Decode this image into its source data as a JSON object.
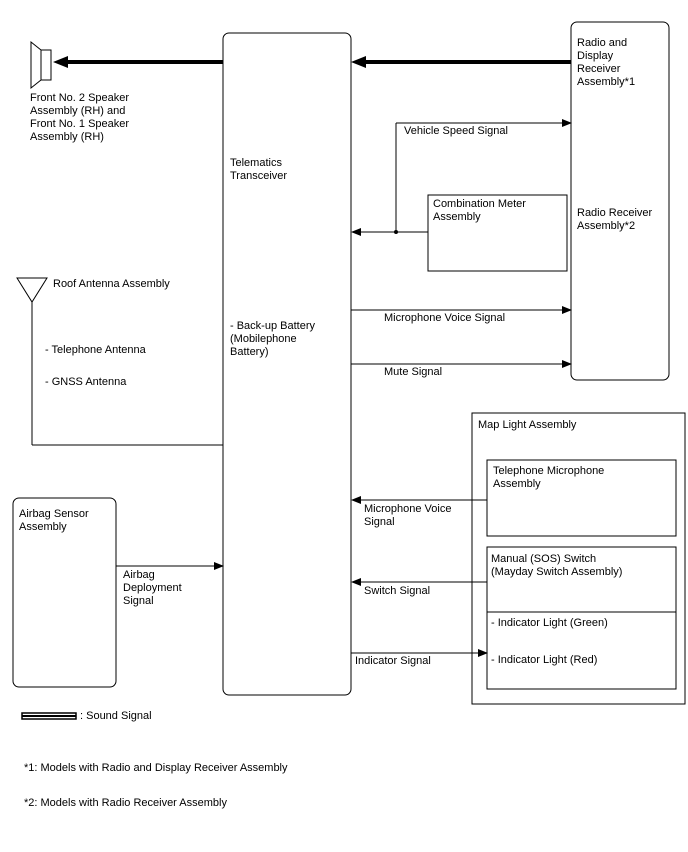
{
  "components": {
    "speaker": "Front No. 2 Speaker\nAssembly (RH) and\nFront No. 1 Speaker\nAssembly (RH)",
    "telematics_title": "Telematics\nTransceiver",
    "backup_battery": "- Back-up Battery\n(Mobilephone\nBattery)",
    "radio_display": "Radio and\nDisplay\nReceiver\nAssembly*1",
    "radio_receiver": "Radio Receiver\nAssembly*2",
    "combination_meter": "Combination Meter\nAssembly",
    "roof_antenna": "Roof Antenna Assembly",
    "telephone_antenna": "- Telephone Antenna",
    "gnss_antenna": "- GNSS Antenna",
    "map_light": "Map Light Assembly",
    "telephone_microphone": "Telephone Microphone\nAssembly",
    "manual_switch": "Manual (SOS) Switch\n(Mayday Switch Assembly)",
    "indicator_green": "- Indicator Light (Green)",
    "indicator_red": "- Indicator Light (Red)",
    "airbag_sensor": "Airbag Sensor\nAssembly"
  },
  "signals": {
    "vehicle_speed": "Vehicle Speed Signal",
    "microphone_voice_radio": "Microphone Voice Signal",
    "mute": "Mute Signal",
    "microphone_voice_map": "Microphone Voice\nSignal",
    "switch": "Switch Signal",
    "indicator": "Indicator Signal",
    "airbag_deployment": "Airbag\nDeployment\nSignal"
  },
  "legend": {
    "sound_signal": ": Sound Signal"
  },
  "notes": {
    "note1": "*1: Models with Radio and Display Receiver Assembly",
    "note2": "*2: Models with Radio Receiver Assembly"
  }
}
